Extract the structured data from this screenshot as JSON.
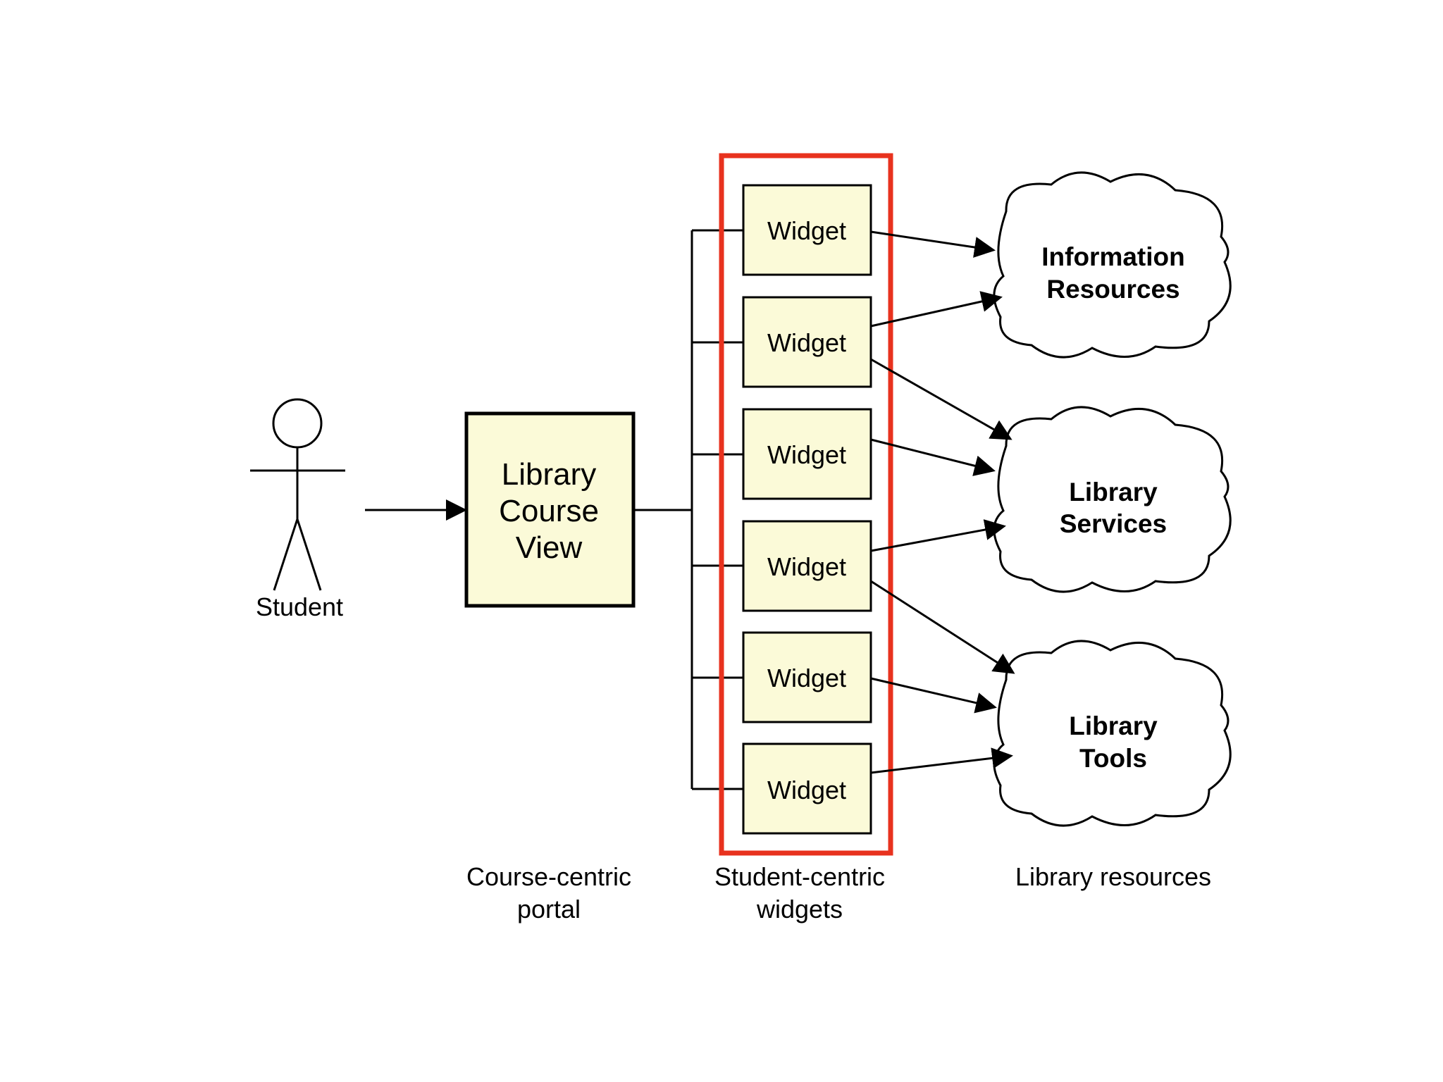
{
  "actor": {
    "label": "Student"
  },
  "portal_box": {
    "lines": [
      "Library",
      "Course",
      "View"
    ]
  },
  "widgets": [
    {
      "label": "Widget"
    },
    {
      "label": "Widget"
    },
    {
      "label": "Widget"
    },
    {
      "label": "Widget"
    },
    {
      "label": "Widget"
    },
    {
      "label": "Widget"
    }
  ],
  "resources": [
    {
      "lines": [
        "Information",
        "Resources"
      ]
    },
    {
      "lines": [
        "Library",
        "Services"
      ]
    },
    {
      "lines": [
        "Library",
        "Tools"
      ]
    }
  ],
  "captions": {
    "portal": [
      "Course-centric",
      "portal"
    ],
    "widgets": [
      "Student-centric",
      "widgets"
    ],
    "resources": [
      "Library resources"
    ]
  },
  "colors": {
    "box_fill": "#FBFAD8",
    "highlight": "#E8321E",
    "stroke": "#000000"
  }
}
